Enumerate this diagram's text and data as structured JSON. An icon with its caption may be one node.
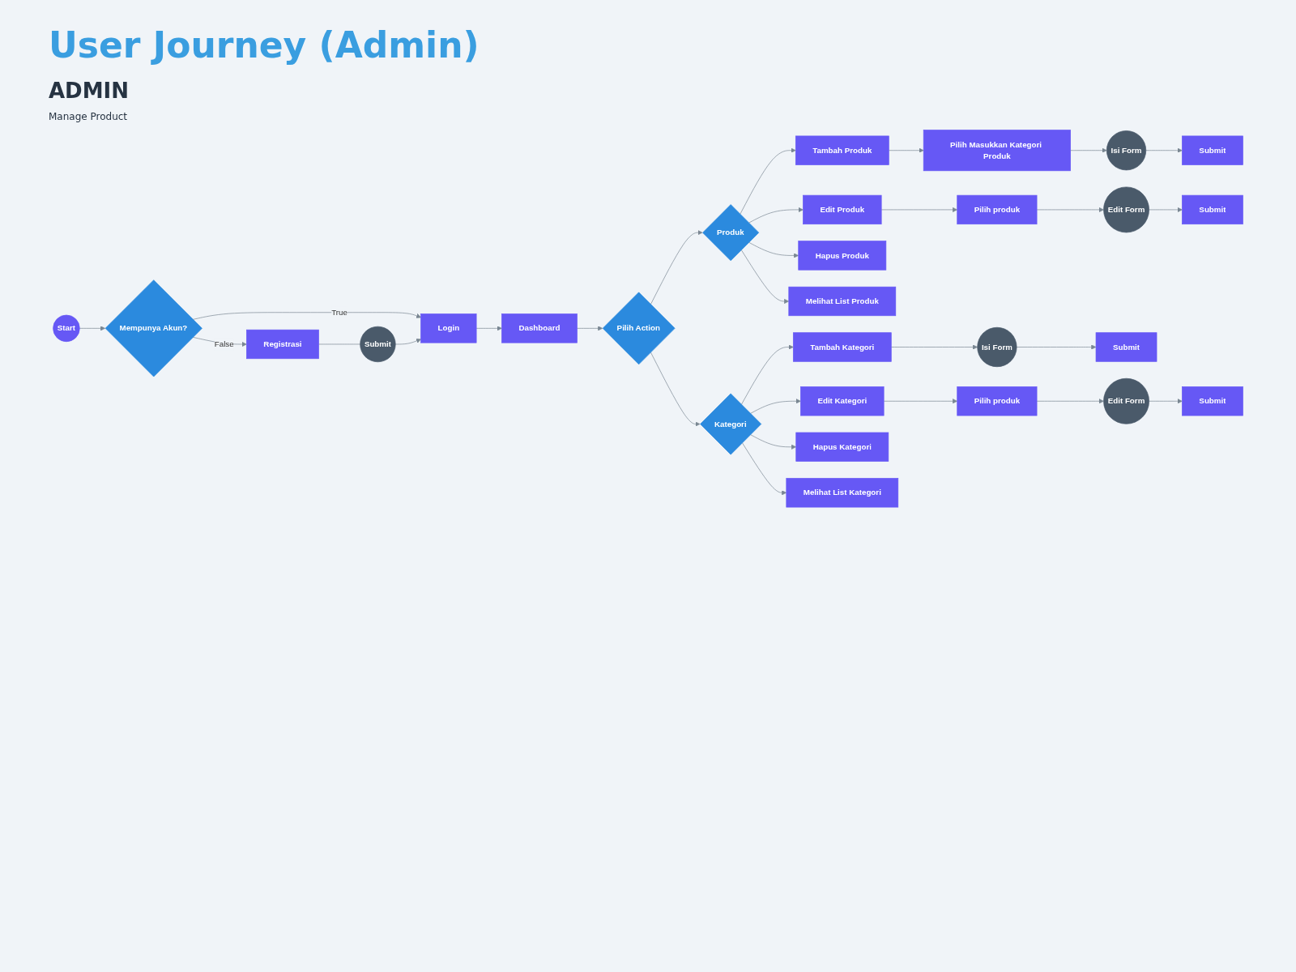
{
  "diagram": {
    "title": "User Journey (Admin)",
    "nodes": [
      {
        "text": [
          "Start"
        ]
      },
      {
        "text": [
          "Mempunya Akun?"
        ]
      },
      {
        "text": [
          "Login"
        ]
      },
      {
        "text": [
          "Dashboard"
        ]
      },
      {
        "text": [
          "Pilih Action"
        ]
      },
      {
        "text": [
          "Produk"
        ]
      },
      {
        "text": [
          "Tambah Produk"
        ]
      },
      {
        "text": [
          "Pilih Masukkan Kategori Produk"
        ]
      },
      {
        "text": [
          "Isi Form"
        ]
      },
      {
        "text": [
          "Submit"
        ]
      },
      {
        "text": [
          "Registrasi"
        ]
      },
      {
        "text": [
          "Submit"
        ]
      },
      {
        "text": [
          "Edit Produk"
        ]
      },
      {
        "text": [
          "Pilih produk"
        ]
      },
      {
        "text": [
          "Edit Form"
        ]
      },
      {
        "text": [
          "Submit"
        ]
      },
      {
        "text": [
          "Hapus Produk"
        ]
      },
      {
        "text": [
          "Melihat List Produk"
        ]
      },
      {
        "text": [
          "Kategori"
        ]
      },
      {
        "text": [
          "Tambah Kategori"
        ]
      },
      {
        "text": [
          "Isi Form"
        ]
      },
      {
        "text": [
          "Submit"
        ]
      },
      {
        "text": [
          "Edit Kategori"
        ]
      },
      {
        "text": [
          "Pilih produk"
        ]
      },
      {
        "text": [
          "Edit Form"
        ]
      },
      {
        "text": [
          "Submit"
        ]
      },
      {
        "text": [
          "Hapus Kategori"
        ]
      },
      {
        "text": [
          "Melihat List Kategori"
        ]
      }
    ],
    "edges": [
      {
        "from": 0,
        "to": 1,
        "arrow": "to"
      },
      {
        "from": 1,
        "to": 2,
        "arrow": "to",
        "label": "True"
      },
      {
        "from": 1,
        "to": 10,
        "arrow": "to",
        "label": "False"
      },
      {
        "from": 10,
        "to": 11,
        "arrow": "none"
      },
      {
        "from": 11,
        "to": 2,
        "arrow": "to"
      },
      {
        "from": 2,
        "to": 3,
        "arrow": "to"
      },
      {
        "from": 3,
        "to": 4,
        "arrow": "to"
      },
      {
        "from": 4,
        "to": 5,
        "arrow": "to"
      },
      {
        "from": 4,
        "to": 18,
        "arrow": "to"
      },
      {
        "from": 5,
        "to": 6,
        "arrow": "to"
      },
      {
        "from": 5,
        "to": 12,
        "arrow": "to"
      },
      {
        "from": 5,
        "to": 16,
        "arrow": "to"
      },
      {
        "from": 5,
        "to": 17,
        "arrow": "to"
      },
      {
        "from": 6,
        "to": 7,
        "arrow": "to"
      },
      {
        "from": 7,
        "to": 8,
        "arrow": "to"
      },
      {
        "from": 8,
        "to": 9,
        "arrow": "to"
      },
      {
        "from": 12,
        "to": 13,
        "arrow": "to"
      },
      {
        "from": 13,
        "to": 14,
        "arrow": "to"
      },
      {
        "from": 14,
        "to": 15,
        "arrow": "to"
      },
      {
        "from": 18,
        "to": 19,
        "arrow": "to"
      },
      {
        "from": 18,
        "to": 22,
        "arrow": "to"
      },
      {
        "from": 18,
        "to": 26,
        "arrow": "to"
      },
      {
        "from": 18,
        "to": 27,
        "arrow": "to"
      },
      {
        "from": 19,
        "to": 20,
        "arrow": "to"
      },
      {
        "from": 20,
        "to": 21,
        "arrow": "to"
      },
      {
        "from": 22,
        "to": 23,
        "arrow": "to"
      },
      {
        "from": 23,
        "to": 24,
        "arrow": "to"
      },
      {
        "from": 24,
        "to": 25,
        "arrow": "to"
      }
    ],
    "labels": [
      "ADMIN",
      "Manage Product"
    ]
  }
}
